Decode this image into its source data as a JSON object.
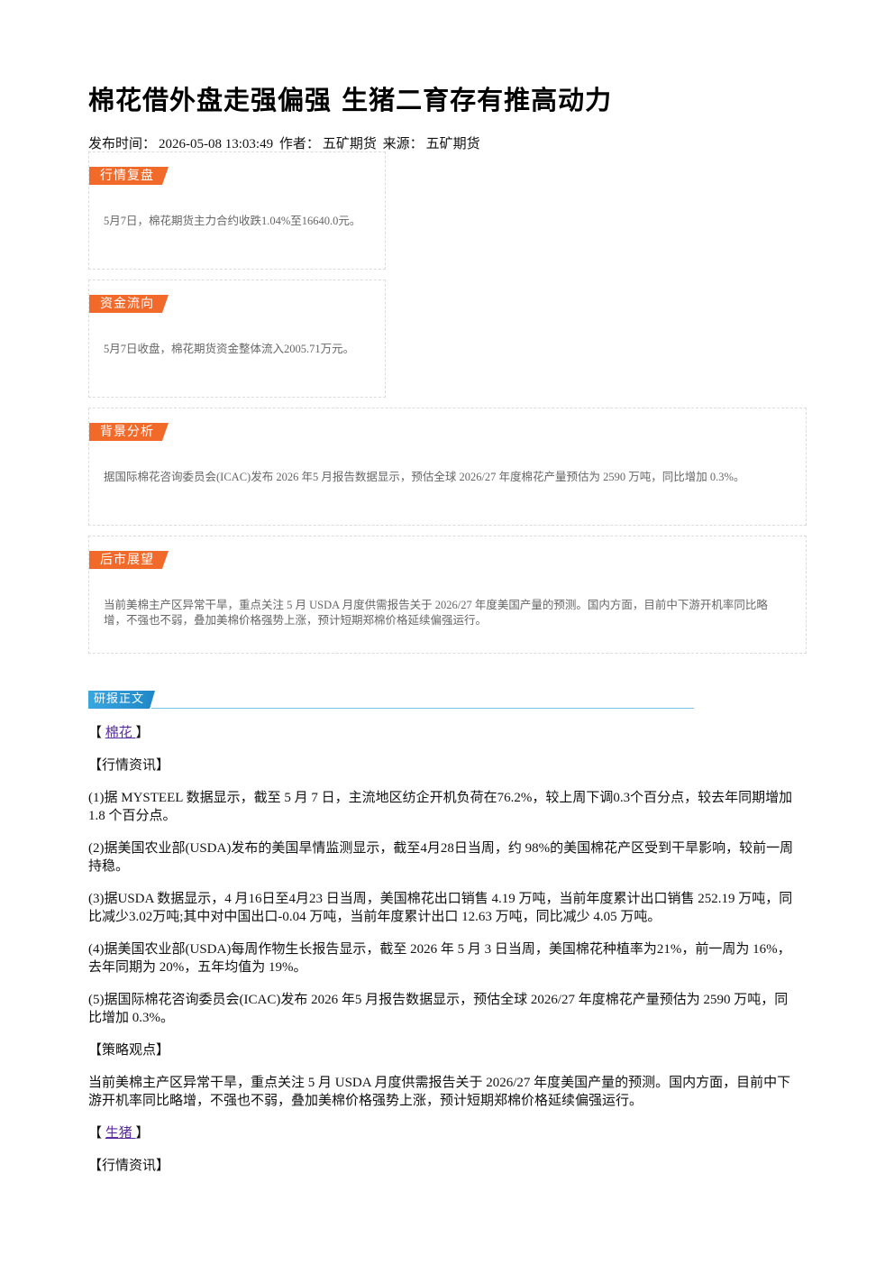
{
  "title": "棉花借外盘走强偏强 生猪二育存有推高动力",
  "meta": {
    "publish_label": "发布时间：",
    "publish_time": "2026-05-08 13:03:49",
    "author_label": "作者：",
    "author": "五矿期货",
    "source_label": "来源：",
    "source": "五矿期货"
  },
  "cards": {
    "market": {
      "tag": "行情复盘",
      "text": "5月7日，棉花期货主力合约收跌1.04%至16640.0元。"
    },
    "fund": {
      "tag": "资金流向",
      "text": "5月7日收盘，棉花期货资金整体流入2005.71万元。"
    },
    "background": {
      "tag": "背景分析",
      "text": "据国际棉花咨询委员会(ICAC)发布 2026 年5 月报告数据显示，预估全球 2026/27 年度棉花产量预估为 2590 万吨，同比增加 0.3%。"
    },
    "outlook": {
      "tag": "后市展望",
      "text": "当前美棉主产区异常干旱，重点关注 5 月 USDA 月度供需报告关于 2026/27 年度美国产量的预测。国内方面，目前中下游开机率同比略增，不强也不弱，叠加美棉价格强势上涨，预计短期郑棉价格延续偏强运行。"
    }
  },
  "report": {
    "head_label": "研报正文",
    "cotton_open": "【 ",
    "cotton_link": "棉花 ",
    "cotton_close": "】",
    "news_heading": "【行情资讯】",
    "items": [
      "(1)据 MYSTEEL 数据显示，截至 5 月 7 日，主流地区纺企开机负荷在76.2%，较上周下调0.3个百分点，较去年同期增加 1.8 个百分点。",
      "(2)据美国农业部(USDA)发布的美国旱情监测显示，截至4月28日当周，约 98%的美国棉花产区受到干旱影响，较前一周持稳。",
      "(3)据USDA 数据显示，4 月16日至4月23 日当周，美国棉花出口销售 4.19 万吨，当前年度累计出口销售 252.19 万吨，同比减少3.02万吨;其中对中国出口-0.04 万吨，当前年度累计出口 12.63 万吨，同比减少 4.05 万吨。",
      "(4)据美国农业部(USDA)每周作物生长报告显示，截至 2026 年 5 月 3 日当周，美国棉花种植率为21%，前一周为 16%，去年同期为 20%，五年均值为 19%。",
      "(5)据国际棉花咨询委员会(ICAC)发布 2026 年5 月报告数据显示，预估全球 2026/27 年度棉花产量预估为 2590 万吨，同比增加 0.3%。"
    ],
    "strategy_heading": "【策略观点】",
    "strategy_text": "当前美棉主产区异常干旱，重点关注 5 月 USDA 月度供需报告关于 2026/27 年度美国产量的预测。国内方面，目前中下游开机率同比略增，不强也不弱，叠加美棉价格强势上涨，预计短期郑棉价格延续偏强运行。",
    "hog_open": "【 ",
    "hog_link": "生猪 ",
    "hog_close": "】",
    "hog_news_heading": "【行情资讯】"
  }
}
